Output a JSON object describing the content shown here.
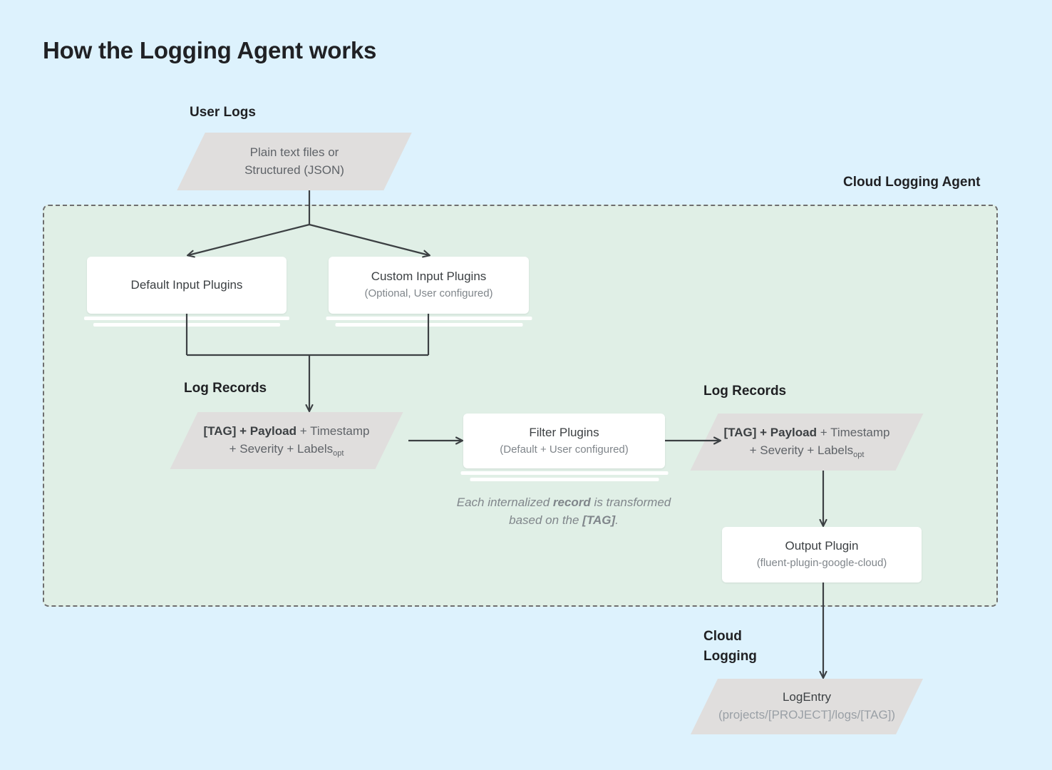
{
  "page": {
    "title": "How the Logging Agent works",
    "background_color": "#ddf2fd",
    "agent_region_color": "#e0efe6",
    "parallelogram_color": "#e0dedd",
    "card_color": "#ffffff",
    "line_color": "#3c4043"
  },
  "captions": {
    "user_logs": "User Logs",
    "cloud_logging_agent": "Cloud Logging Agent",
    "log_records_left": "Log Records",
    "log_records_right": "Log Records",
    "cloud_logging": "Cloud\nLogging"
  },
  "nodes": {
    "user_logs_source": {
      "line1": "Plain text files or",
      "line2": "Structured (JSON)"
    },
    "default_input_plugins": {
      "title": "Default Input Plugins",
      "subtitle": ""
    },
    "custom_input_plugins": {
      "title": "Custom Input Plugins",
      "subtitle": "(Optional, User configured)"
    },
    "log_record_left": {
      "tag": "[TAG]",
      "plus1": " + ",
      "payload": "Payload",
      "rest1": " + Timestamp",
      "rest2": "+ Severity + Labels",
      "sub": "opt"
    },
    "filter_plugins": {
      "title": "Filter Plugins",
      "subtitle": "(Default + User configured)"
    },
    "log_record_right": {
      "tag": "[TAG]",
      "plus1": " + ",
      "payload": "Payload",
      "rest1": " + Timestamp",
      "rest2": "+ Severity + Labels",
      "sub": "opt"
    },
    "output_plugin": {
      "title": "Output Plugin",
      "subtitle": "(fluent-plugin-google-cloud)"
    },
    "log_entry": {
      "title": "LogEntry",
      "subtitle": "(projects/[PROJECT]/logs/[TAG])"
    }
  },
  "notes": {
    "transform_part1": "Each internalized ",
    "transform_record": "record",
    "transform_part2": " is transformed based on the ",
    "transform_tag": "[TAG]",
    "transform_part3": "."
  }
}
